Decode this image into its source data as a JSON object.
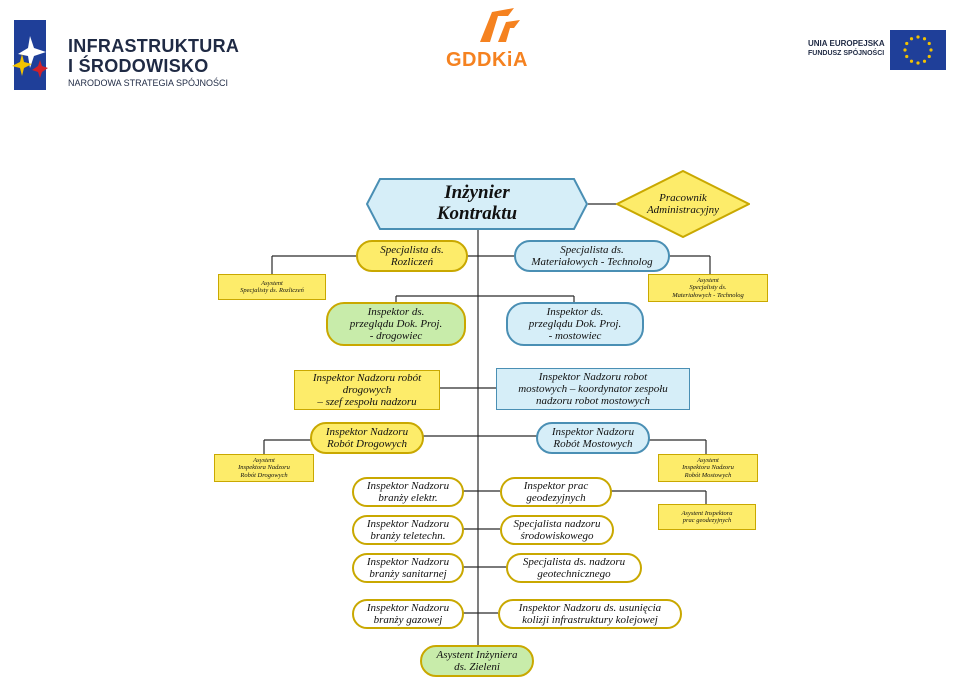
{
  "logos": {
    "left_line1": "INFRASTRUKTURA",
    "left_line2": "I ŚRODOWISKO",
    "left_line3": "NARODOWA STRATEGIA SPÓJNOŚCI",
    "middle": "GDDKiA",
    "right_line1": "UNIA EUROPEJSKA",
    "right_line2": "FUNDUSZ SPÓJNOŚCI"
  },
  "nodes": {
    "inzynier_kontraktu": [
      "Inżynier",
      "Kontraktu"
    ],
    "pracownik_admin": [
      "Pracownik",
      "Administracyjny"
    ],
    "spec_rozliczen": [
      "Specjalista ds.",
      "Rozliczeń"
    ],
    "spec_material": [
      "Specjalista ds.",
      "Materiałowych - Technolog"
    ],
    "asyst_rozliczen": [
      "Asystent",
      "Specjalisty ds. Rozliczeń"
    ],
    "asyst_material": [
      "Asystent",
      "Specjalisty ds.",
      "Materiałowych - Technolog"
    ],
    "insp_przeglad_drog": [
      "Inspektor ds.",
      "przeglądu Dok. Proj.",
      "- drogowiec"
    ],
    "insp_przeglad_most": [
      "Inspektor ds.",
      "przeglądu Dok. Proj.",
      "- mostowiec"
    ],
    "insp_nadz_drog_szef": [
      "Inspektor Nadzoru robót",
      "drogowych",
      "– szef zespołu nadzoru"
    ],
    "insp_nadz_most_koord": [
      "Inspektor Nadzoru robot",
      "mostowych – koordynator zespołu",
      "nadzoru robot mostowych"
    ],
    "insp_nadz_rob_drog": [
      "Inspektor Nadzoru",
      "Robót Drogowych"
    ],
    "insp_nadz_rob_most": [
      "Inspektor Nadzoru",
      "Robót Mostowych"
    ],
    "asyst_insp_drog": [
      "Asystent",
      "Inspektora Nadzoru",
      "Robót Drogowych"
    ],
    "asyst_insp_most": [
      "Asystent",
      "Inspektora Nadzoru",
      "Robót Mostowych"
    ],
    "insp_elektr": [
      "Inspektor Nadzoru",
      "branży elektr."
    ],
    "insp_geodez": [
      "Inspektor prac",
      "geodezyjnych"
    ],
    "asyst_geodez": [
      "Asystent Inspektora",
      "prac geodezyjnych"
    ],
    "insp_teletech": [
      "Inspektor Nadzoru",
      "branży teletechn."
    ],
    "spec_srodow": [
      "Specjalista nadzoru",
      "środowiskowego"
    ],
    "insp_sanit": [
      "Inspektor Nadzoru",
      "branży sanitarnej"
    ],
    "spec_geotech": [
      "Specjalista ds. nadzoru",
      "geotechnicznego"
    ],
    "insp_gaz": [
      "Inspektor Nadzoru",
      "branży gazowej"
    ],
    "insp_kolej": [
      "Inspektor Nadzoru ds. usunięcia",
      "kolizji infrastruktury kolejowej"
    ],
    "asyst_zieleni": [
      "Asystent Inżyniera",
      "ds. Zieleni"
    ]
  },
  "colors": {
    "yellow_fill": "#fdec6a",
    "blue_fill": "#d6eef8",
    "green_fill": "#c8ecaa",
    "line": "#2a2a2a",
    "gddkia_orange": "#f58220",
    "eu_blue": "#1f3f99"
  }
}
